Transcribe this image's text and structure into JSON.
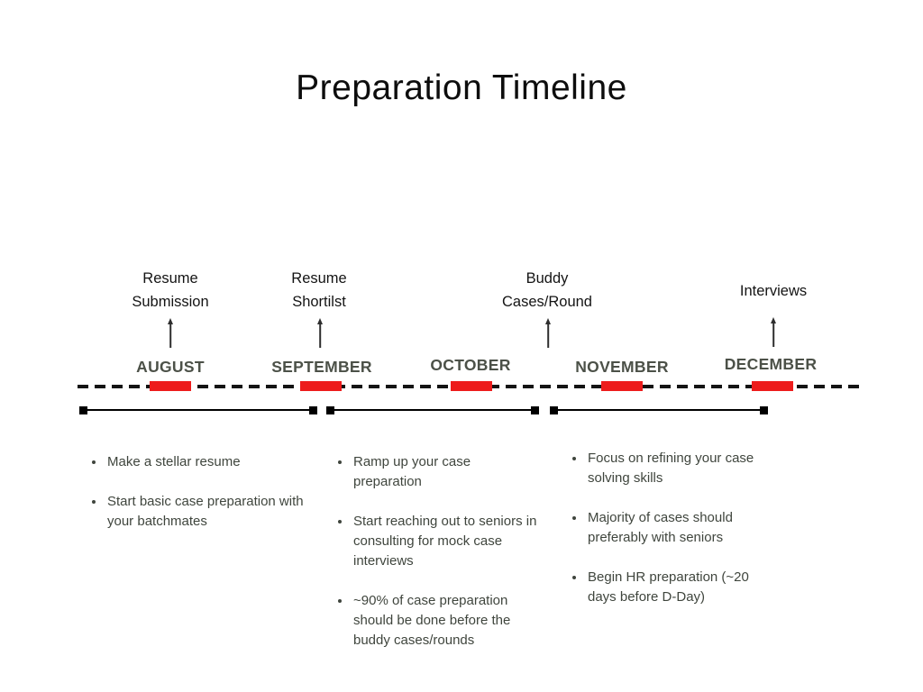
{
  "title": "Preparation Timeline",
  "colors": {
    "marker_red": "#ed1c1c",
    "timeline_black": "#141414",
    "month_text": "#4c5148",
    "body_text": "#3f453d"
  },
  "milestones": [
    {
      "line1": "Resume",
      "line2": "Submission"
    },
    {
      "line1": "Resume",
      "line2": "Shortilst"
    },
    {
      "line1": "Buddy",
      "line2": "Cases/Round"
    },
    {
      "line1": "Interviews",
      "line2": ""
    }
  ],
  "months": [
    {
      "label": "AUGUST"
    },
    {
      "label": "SEPTEMBER"
    },
    {
      "label": "OCTOBER"
    },
    {
      "label": "NOVEMBER"
    },
    {
      "label": "DECEMBER"
    }
  ],
  "sections": [
    {
      "bullets": [
        "Make a stellar resume",
        "Start basic case preparation with\nyour batchmates"
      ]
    },
    {
      "bullets": [
        "Ramp up your case\npreparation",
        "Start reaching out to seniors in\nconsulting for mock case\ninterviews",
        "~90% of case preparation\nshould be done before the\nbuddy cases/rounds"
      ]
    },
    {
      "bullets": [
        "Focus on refining your case\nsolving skills",
        "Majority of cases should\npreferably with seniors",
        "Begin HR preparation (~20\ndays before D-Day)"
      ]
    }
  ]
}
